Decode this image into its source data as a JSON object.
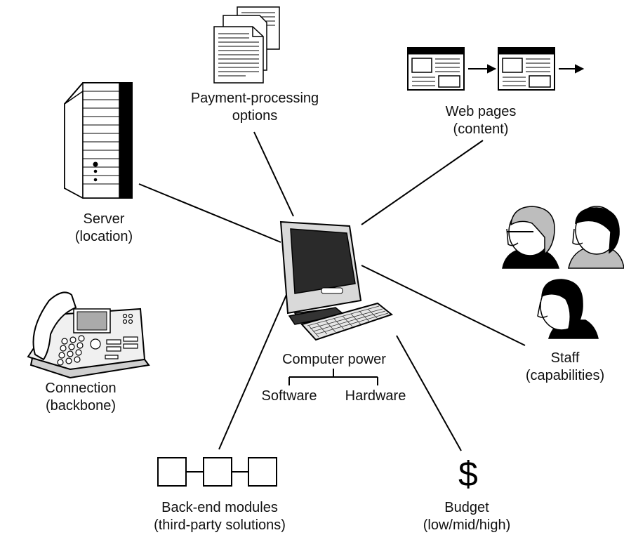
{
  "center": {
    "label": "Computer power",
    "branches": [
      "Software",
      "Hardware"
    ]
  },
  "nodes": {
    "payment": {
      "line1": "Payment-processing",
      "line2": "options"
    },
    "webpages": {
      "line1": "Web pages",
      "line2": "(content)"
    },
    "server": {
      "line1": "Server",
      "line2": "(location)"
    },
    "staff": {
      "line1": "Staff",
      "line2": "(capabilities)"
    },
    "connection": {
      "line1": "Connection",
      "line2": "(backbone)"
    },
    "backend": {
      "line1": "Back-end modules",
      "line2": "(third-party solutions)"
    },
    "budget": {
      "line1": "Budget",
      "line2": "(low/mid/high)",
      "symbol": "$"
    }
  },
  "colors": {
    "ink": "#000000",
    "screen": "#2a2a2a",
    "monitor_body": "#d9d9d9",
    "staff_shirt_gray": "#bdbdbd"
  }
}
